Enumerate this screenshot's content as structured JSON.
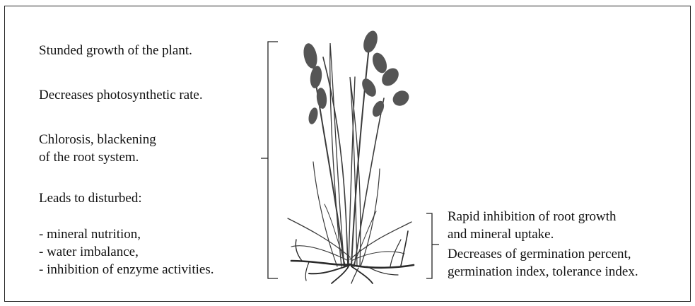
{
  "left_effects": {
    "growth": "Stunded growth of the plant.",
    "photosynthesis": "Decreases photosynthetic rate.",
    "chlorosis": [
      "Chlorosis, blackening",
      "of the root system."
    ],
    "disturbed_heading": "Leads to disturbed:",
    "disturbed_items": [
      "- mineral nutrition,",
      "- water imbalance,",
      "- inhibition of enzyme activities."
    ]
  },
  "root_effects": {
    "root_growth": [
      "Rapid inhibition of root growth",
      "and mineral uptake."
    ],
    "germination": [
      "Decreases of germination percent,",
      "germination index, tolerance index."
    ]
  },
  "colors": {
    "ink": "#111111",
    "plant": "#3a3a3a",
    "background": "#ffffff"
  },
  "illustration": {
    "icon": "grass-plant-icon"
  }
}
